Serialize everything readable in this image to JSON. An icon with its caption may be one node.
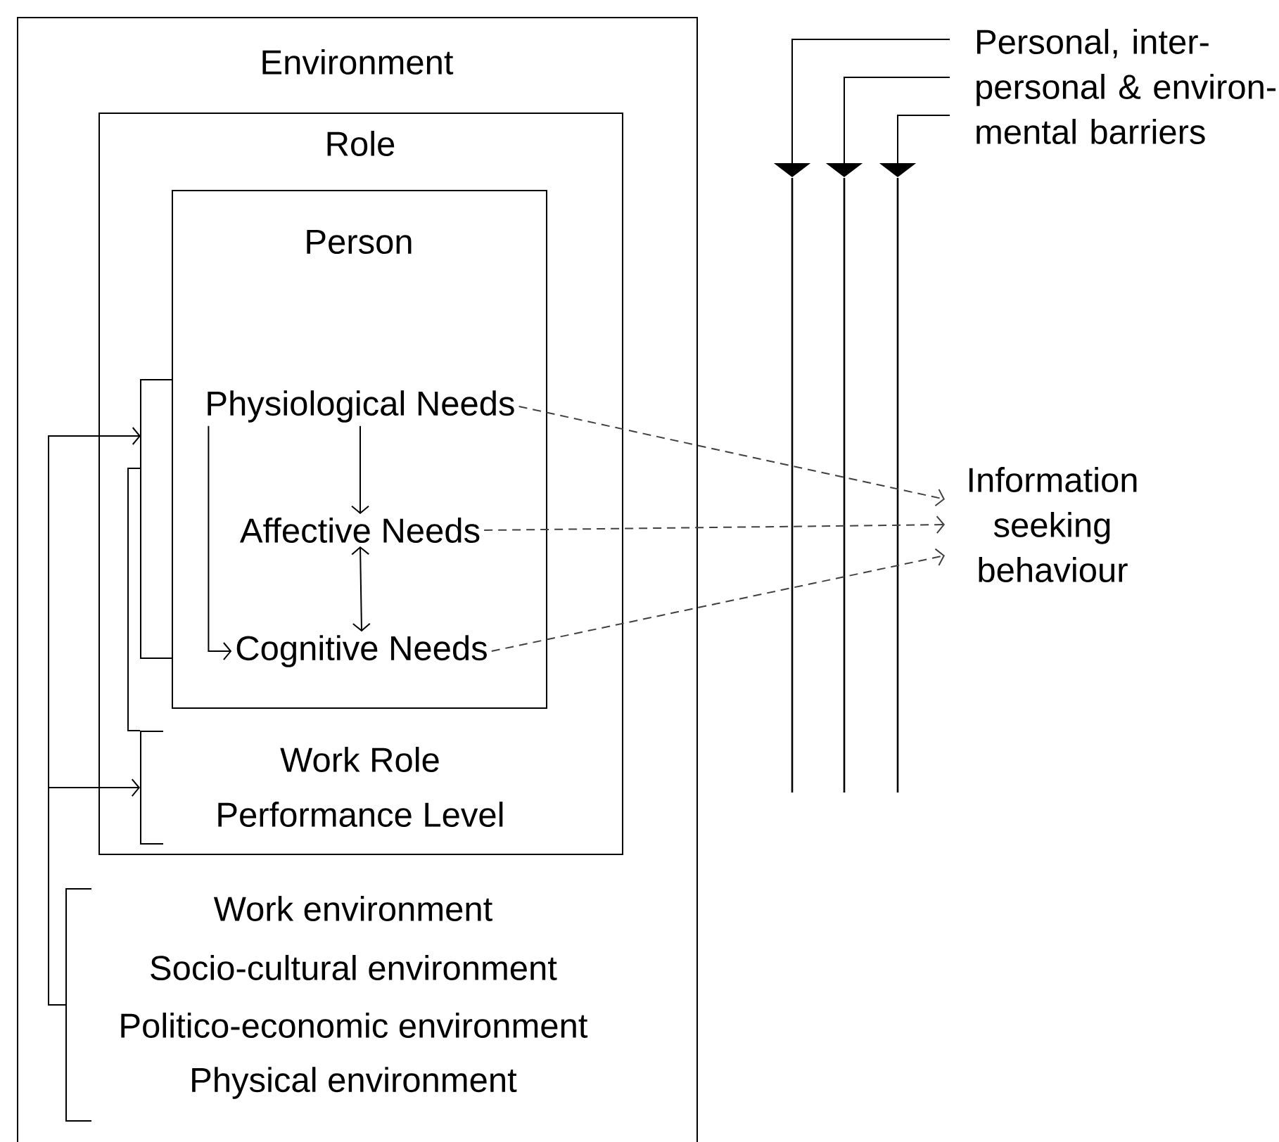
{
  "diagram": {
    "nodes": [
      {
        "text": [
          "Environment"
        ]
      },
      {
        "text": [
          "Role"
        ],
        "in": 0
      },
      {
        "text": [
          "Person"
        ],
        "in": 1
      },
      {
        "text": [
          "Physiological Needs"
        ],
        "in": 2
      },
      {
        "text": [
          "Affective Needs"
        ],
        "in": 2
      },
      {
        "text": [
          "Cognitive Needs"
        ],
        "in": 2
      },
      {
        "text": [
          "Work Role",
          "Performance Level"
        ],
        "in": 1
      },
      {
        "text": [
          "Work environment",
          "Socio-cultural environment",
          "Politico-economic environment",
          "Physical environment"
        ],
        "in": 0
      },
      {
        "text": [
          "Information seeking behaviour"
        ]
      },
      {
        "text": [
          "Personal, inter- personal & environ- mental barriers"
        ]
      },
      {
        "text": [],
        "shape": "bar"
      },
      {
        "text": [],
        "shape": "bar"
      },
      {
        "text": [],
        "shape": "bar"
      }
    ],
    "edges": [
      {
        "from": 3,
        "to": 4,
        "arrow": "to"
      },
      {
        "from": 4,
        "to": 5,
        "arrow": "both"
      },
      {
        "from": 3,
        "to": 5,
        "arrow": "to"
      },
      {
        "from": 3,
        "to": 8,
        "arrow": "to",
        "style": "dashed"
      },
      {
        "from": 4,
        "to": 8,
        "arrow": "to",
        "style": "dashed"
      },
      {
        "from": 5,
        "to": 8,
        "arrow": "to",
        "style": "dashed"
      },
      {
        "from": 7,
        "to": 2,
        "arrow": "to"
      },
      {
        "from": 7,
        "to": 6,
        "arrow": "to"
      },
      {
        "from": 2,
        "to": 6,
        "arrow": "none"
      },
      {
        "from": 9,
        "to": 10,
        "arrow": "to"
      },
      {
        "from": 9,
        "to": 11,
        "arrow": "to"
      },
      {
        "from": 9,
        "to": 12,
        "arrow": "to"
      }
    ]
  }
}
